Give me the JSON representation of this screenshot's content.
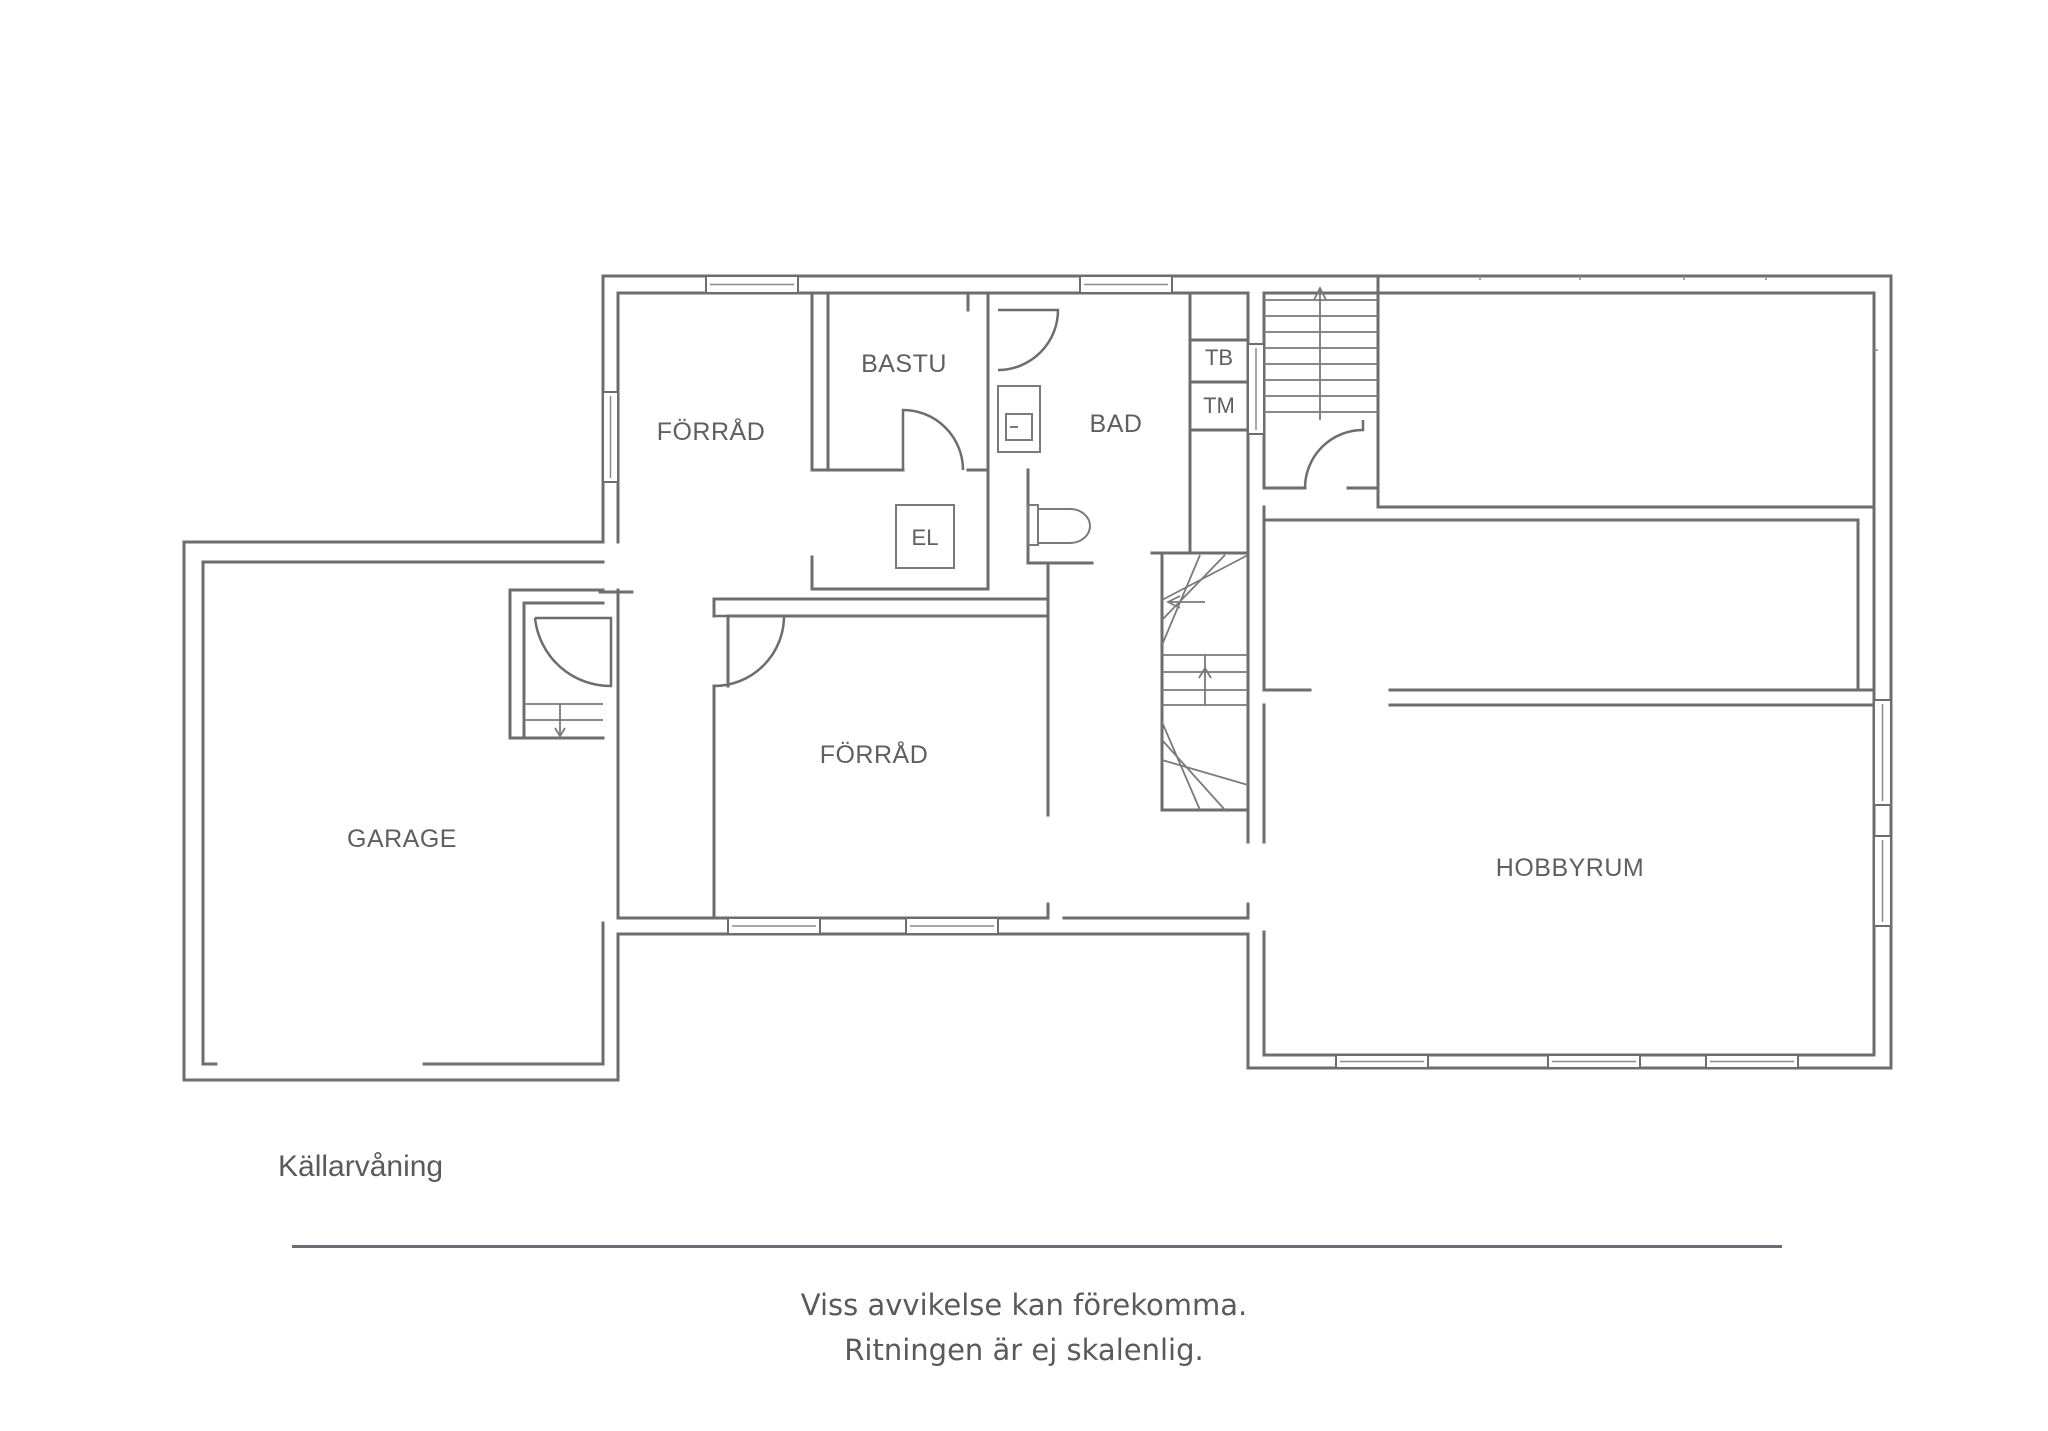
{
  "rooms": {
    "forrad_top": "FÖRRÅD",
    "bastu": "BASTU",
    "bad": "BAD",
    "tb": "TB",
    "tm": "TM",
    "el": "EL",
    "forrad_mid": "FÖRRÅD",
    "garage": "GARAGE",
    "hobbyrum": "HOBBYRUM"
  },
  "floor_name": "Källarvåning",
  "disclaimer": {
    "line1": "Viss avvikelse kan förekomma.",
    "line2": "Ritningen är ej skalenlig."
  }
}
